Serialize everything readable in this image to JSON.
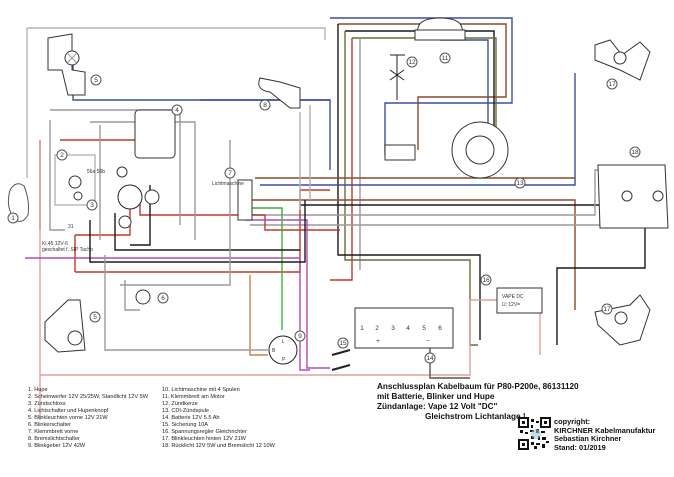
{
  "diagram": {
    "title_lines": [
      "Anschlussplan Kabelbaum für P80-P200e,  86131120",
      "mit Batterie, Blinker und Hupe",
      "Zündanlage: Vape 12 Volt \"DC\"",
      "Gleichstrom Lichtanlage !"
    ],
    "copyright_lines": [
      "copyright:",
      "KIRCHNER Kabelmanufaktur",
      "Sebastian Kirchner",
      "Stand: 01/2019"
    ],
    "legend_left": [
      "1. Hupe",
      "2. Scheinwerfer 12V 25/25W, Standlicht 12V 5W",
      "3. Zündschloss",
      "4. Lichtschalter und Hupenknopf",
      "5. Blinkleuchten vorne 12V 21W",
      "6. Blinkerschalter",
      "7. Klemmbrett vorne",
      "8. Bremslichtschalter",
      "9. Blinkgeber 12V 42W"
    ],
    "legend_right": [
      "10. Lichtmaschine mit 4 Spulen",
      "11. Klemmbrett am Motor",
      "12. Zündkerze",
      "13. CDI-Zündspule",
      "14. Batterie 12V 5.5 Ah",
      "15. Sicherung 10A",
      "16. Spannungsregler Gleichrichter",
      "17. Blinkleuchten hinten 12V 21W",
      "18. Rücklicht 12V 5W und Bremslicht 12 10W"
    ],
    "labels": {
      "kl": "Kl.45 12V-6",
      "geschaltet": "geschaltet f. SIP Tacho",
      "lichtmaschine": "Lichtmaschine",
      "terminal_56": "56a 56b",
      "terminal_31": "31",
      "vape_line1": "VAPE  DC",
      "vape_line2": "U:  12V=",
      "plus": "+",
      "minus": "−",
      "blinker_l": "L",
      "blinker_p": "P",
      "blinker_b": "B"
    },
    "component_numbers": [
      "1",
      "2",
      "3",
      "4",
      "5",
      "5",
      "6",
      "7",
      "8",
      "9",
      "11",
      "12",
      "13",
      "14",
      "15",
      "15",
      "16",
      "17",
      "17",
      "18"
    ],
    "battery_cells": [
      "1",
      "2",
      "3",
      "4",
      "5",
      "6"
    ],
    "wire_colors": {
      "red": "#c0392b",
      "brown": "#8b4a2b",
      "blue": "#3b4fa0",
      "black": "#1a1a1a",
      "gray": "#9a9a9a",
      "green": "#3fae3f",
      "violet": "#b24ab5",
      "pink": "#e0a0a0",
      "olive": "#6b6b3a",
      "orange": "#d0804a"
    }
  }
}
